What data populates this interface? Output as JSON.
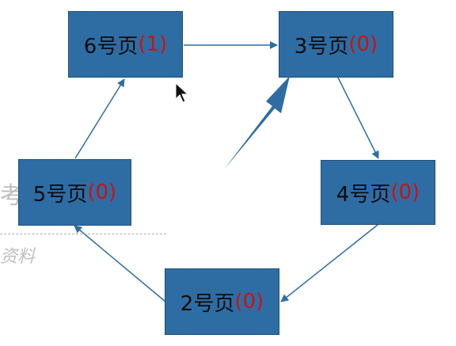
{
  "diagram": {
    "nodes": [
      {
        "id": "n6",
        "page": "6号页",
        "count": "(1)"
      },
      {
        "id": "n3",
        "page": "3号页",
        "count": "(0)"
      },
      {
        "id": "n4",
        "page": "4号页",
        "count": "(0)"
      },
      {
        "id": "n2",
        "page": "2号页",
        "count": "(0)"
      },
      {
        "id": "n5",
        "page": "5号页",
        "count": "(0)"
      }
    ],
    "edges": [
      {
        "from": "6号页",
        "to": "3号页"
      },
      {
        "from": "3号页",
        "to": "4号页"
      },
      {
        "from": "4号页",
        "to": "2号页"
      },
      {
        "from": "2号页",
        "to": "5号页"
      },
      {
        "from": "5号页",
        "to": "6号页"
      }
    ],
    "colors": {
      "node_fill": "#2e6da4",
      "count_text": "#cc1111",
      "edge": "#2e6da4"
    }
  },
  "watermark": {
    "line1": "考研",
    "line2": "资料"
  }
}
